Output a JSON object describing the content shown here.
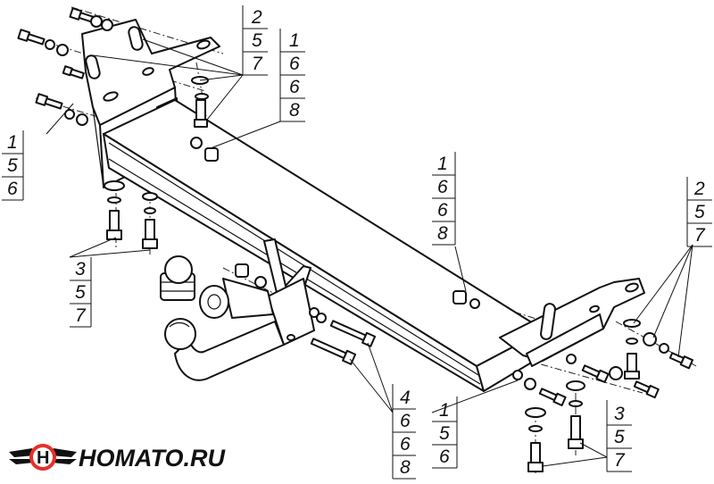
{
  "callouts": [
    {
      "id": "top-left",
      "labels": [
        "2",
        "5",
        "7"
      ]
    },
    {
      "id": "top-mid",
      "labels": [
        "1",
        "6",
        "6",
        "8"
      ]
    },
    {
      "id": "left",
      "labels": [
        "1",
        "5",
        "6"
      ]
    },
    {
      "id": "left-lower",
      "labels": [
        "3",
        "5",
        "7"
      ]
    },
    {
      "id": "center",
      "labels": [
        "1",
        "6",
        "6",
        "8"
      ]
    },
    {
      "id": "right",
      "labels": [
        "2",
        "5",
        "7"
      ]
    },
    {
      "id": "bottom-center",
      "labels": [
        "4",
        "6",
        "6",
        "8"
      ]
    },
    {
      "id": "bottom-mid",
      "labels": [
        "1",
        "5",
        "6"
      ]
    },
    {
      "id": "bottom-right",
      "labels": [
        "3",
        "5",
        "7"
      ]
    }
  ],
  "logo": {
    "text": "HOMATO.RU",
    "accent_color": "#e8302a"
  }
}
